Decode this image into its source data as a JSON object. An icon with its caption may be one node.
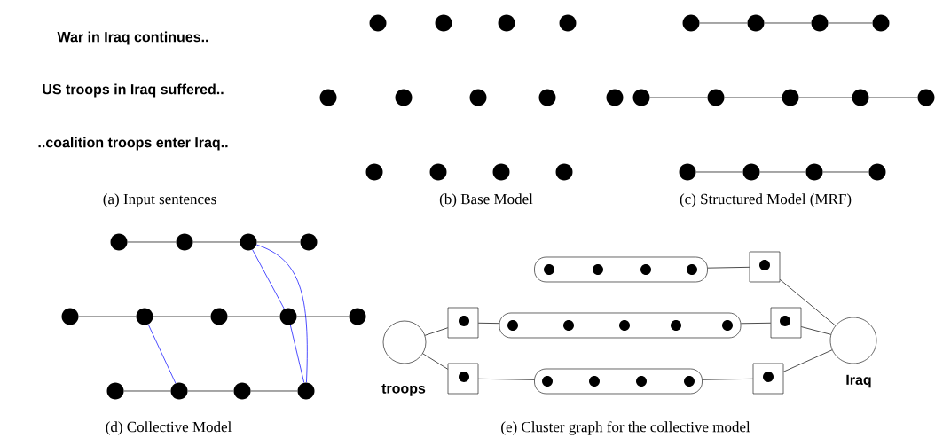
{
  "diagram": {
    "nodes": [
      {
        "text": [],
        "shape": "circle"
      },
      {
        "text": [],
        "shape": "circle"
      },
      {
        "text": [],
        "shape": "circle"
      },
      {
        "text": [],
        "shape": "circle"
      },
      {
        "text": [],
        "shape": "circle"
      },
      {
        "text": [],
        "shape": "circle"
      },
      {
        "text": [],
        "shape": "circle"
      },
      {
        "text": [],
        "shape": "circle"
      },
      {
        "text": [],
        "shape": "circle"
      },
      {
        "text": [],
        "shape": "circle"
      },
      {
        "text": [],
        "shape": "circle"
      },
      {
        "text": [],
        "shape": "circle"
      },
      {
        "text": [],
        "shape": "circle"
      },
      {
        "text": [],
        "shape": "circle"
      },
      {
        "text": [],
        "shape": "circle"
      },
      {
        "text": [],
        "shape": "circle"
      },
      {
        "text": [],
        "shape": "circle"
      },
      {
        "text": [],
        "shape": "circle"
      },
      {
        "text": [],
        "shape": "circle"
      },
      {
        "text": [],
        "shape": "circle"
      },
      {
        "text": [],
        "shape": "circle"
      },
      {
        "text": [],
        "shape": "circle"
      },
      {
        "text": [],
        "shape": "circle"
      },
      {
        "text": [],
        "shape": "circle"
      },
      {
        "text": [],
        "shape": "circle"
      },
      {
        "text": [],
        "shape": "circle"
      },
      {
        "text": [],
        "shape": "circle"
      },
      {
        "text": [],
        "shape": "circle"
      },
      {
        "text": [],
        "shape": "circle"
      },
      {
        "text": [],
        "shape": "circle"
      },
      {
        "text": [],
        "shape": "circle"
      },
      {
        "text": [],
        "shape": "circle"
      },
      {
        "text": [],
        "shape": "circle"
      },
      {
        "text": [],
        "shape": "circle"
      },
      {
        "text": [],
        "shape": "circle"
      },
      {
        "text": [],
        "shape": "circle"
      },
      {
        "text": [],
        "shape": "circle"
      },
      {
        "text": [],
        "shape": "circle"
      },
      {
        "text": [],
        "shape": "circle"
      },
      {
        "text": [
          "troops"
        ]
      },
      {
        "text": [],
        "shape": "box"
      },
      {
        "text": [],
        "shape": "circle",
        "in": 40
      },
      {
        "text": [],
        "shape": "box"
      },
      {
        "text": [],
        "shape": "circle",
        "in": 42
      },
      {
        "text": [],
        "shape": "box"
      },
      {
        "text": [],
        "shape": "circle",
        "in": 44
      },
      {
        "text": [],
        "shape": "circle",
        "in": 44
      },
      {
        "text": [],
        "shape": "circle",
        "in": 44
      },
      {
        "text": [],
        "shape": "circle",
        "in": 44
      },
      {
        "text": [],
        "shape": "box"
      },
      {
        "text": [],
        "shape": "circle",
        "in": 49
      },
      {
        "text": [],
        "shape": "circle",
        "in": 49
      },
      {
        "text": [],
        "shape": "circle",
        "in": 49
      },
      {
        "text": [],
        "shape": "circle",
        "in": 49
      },
      {
        "text": [],
        "shape": "circle",
        "in": 49
      },
      {
        "text": [],
        "shape": "box"
      },
      {
        "text": [],
        "shape": "circle",
        "in": 55
      },
      {
        "text": [],
        "shape": "circle",
        "in": 55
      },
      {
        "text": [],
        "shape": "circle",
        "in": 55
      },
      {
        "text": [],
        "shape": "circle",
        "in": 55
      },
      {
        "text": [],
        "shape": "box"
      },
      {
        "text": [],
        "shape": "circle",
        "in": 60
      },
      {
        "text": [],
        "shape": "box"
      },
      {
        "text": [],
        "shape": "circle",
        "in": 62
      },
      {
        "text": [],
        "shape": "box"
      },
      {
        "text": [],
        "shape": "circle",
        "in": 64
      },
      {
        "text": [
          "Iraq"
        ]
      }
    ],
    "edges": [
      {
        "from": 13,
        "to": 14,
        "arrow": "none"
      },
      {
        "from": 14,
        "to": 15,
        "arrow": "none"
      },
      {
        "from": 15,
        "to": 16,
        "arrow": "none"
      },
      {
        "from": 17,
        "to": 18,
        "arrow": "none"
      },
      {
        "from": 18,
        "to": 19,
        "arrow": "none"
      },
      {
        "from": 19,
        "to": 20,
        "arrow": "none"
      },
      {
        "from": 20,
        "to": 21,
        "arrow": "none"
      },
      {
        "from": 22,
        "to": 23,
        "arrow": "none"
      },
      {
        "from": 23,
        "to": 24,
        "arrow": "none"
      },
      {
        "from": 24,
        "to": 25,
        "arrow": "none"
      },
      {
        "from": 26,
        "to": 27,
        "arrow": "none"
      },
      {
        "from": 27,
        "to": 28,
        "arrow": "none"
      },
      {
        "from": 28,
        "to": 29,
        "arrow": "none"
      },
      {
        "from": 30,
        "to": 31,
        "arrow": "none"
      },
      {
        "from": 31,
        "to": 32,
        "arrow": "none"
      },
      {
        "from": 32,
        "to": 33,
        "arrow": "none"
      },
      {
        "from": 33,
        "to": 34,
        "arrow": "none"
      },
      {
        "from": 35,
        "to": 36,
        "arrow": "none"
      },
      {
        "from": 36,
        "to": 37,
        "arrow": "none"
      },
      {
        "from": 37,
        "to": 38,
        "arrow": "none"
      },
      {
        "from": 31,
        "to": 36,
        "arrow": "none",
        "color": "#0000ff"
      },
      {
        "from": 28,
        "to": 33,
        "arrow": "none",
        "color": "#0000ff"
      },
      {
        "from": 33,
        "to": 38,
        "arrow": "none",
        "color": "#0000ff"
      },
      {
        "from": 28,
        "to": 38,
        "arrow": "none",
        "color": "#0000ff"
      },
      {
        "from": 39,
        "to": 40,
        "arrow": "none"
      },
      {
        "from": 39,
        "to": 42,
        "arrow": "none"
      },
      {
        "from": 40,
        "to": 49,
        "arrow": "none"
      },
      {
        "from": 42,
        "to": 55,
        "arrow": "none"
      },
      {
        "from": 44,
        "to": 60,
        "arrow": "none"
      },
      {
        "from": 49,
        "to": 62,
        "arrow": "none"
      },
      {
        "from": 55,
        "to": 64,
        "arrow": "none"
      },
      {
        "from": 60,
        "to": 66,
        "arrow": "none"
      },
      {
        "from": 62,
        "to": 66,
        "arrow": "none"
      },
      {
        "from": 64,
        "to": 66,
        "arrow": "none"
      }
    ],
    "labels": [
      "War in Iraq continues..",
      "US troops in Iraq suffered..",
      "..coalition troops enter Iraq..",
      "(a)  Input sentences",
      "(b)  Base Model",
      "(c)  Structured Model (MRF)",
      "(d)  Collective Model",
      "(e)  Cluster graph for the collective model"
    ]
  }
}
